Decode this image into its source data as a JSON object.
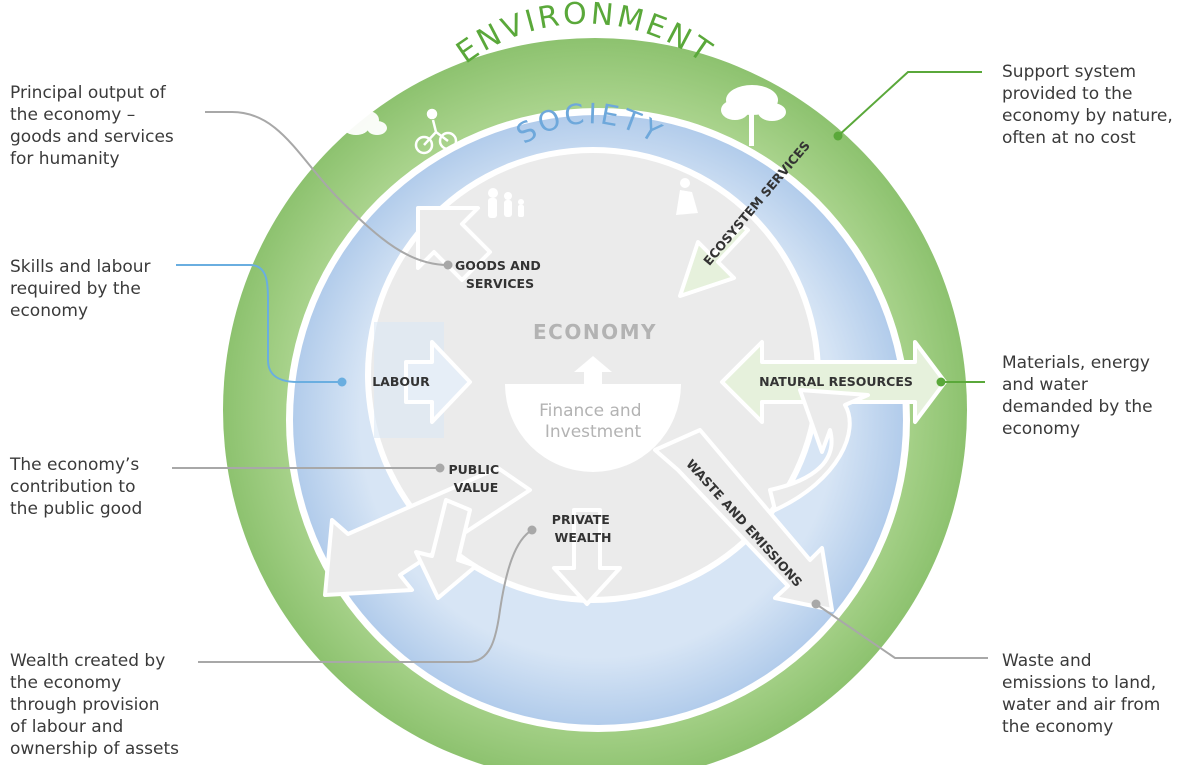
{
  "diagram": {
    "rings": {
      "environment": "ENVIRONMENT",
      "society": "SOCIETY",
      "economy": "ECONOMY",
      "core": "Finance and\nInvestment"
    },
    "flows": {
      "goods_services": "GOODS AND\nSERVICES",
      "labour": "LABOUR",
      "public_value": "PUBLIC\nVALUE",
      "private_wealth": "PRIVATE\nWEALTH",
      "natural_resources": "NATURAL RESOURCES",
      "ecosystem_services": "ECOSYSTEM SERVICES",
      "waste_emissions": "WASTE AND EMISSIONS"
    },
    "notes": {
      "goods_services": "Principal output of\nthe economy –\ngoods and services\nfor humanity",
      "labour": "Skills and labour\nrequired by the\neconomy",
      "public_value": "The economy’s\ncontribution to\nthe public good",
      "private_wealth": "Wealth created by\nthe economy\nthrough provision\nof labour and\nownership of assets",
      "ecosystem_services": "Support system\nprovided to the\neconomy by nature,\noften at no cost",
      "natural_resources": "Materials, energy\nand water\ndemanded by the\neconomy",
      "waste_emissions": "Waste and\nemissions  to land,\nwater and air from\nthe economy"
    },
    "colors": {
      "environment": "#8dc26f",
      "environment_text": "#5aa83a",
      "society": "#bcd3ec",
      "society_text": "#6ea8db",
      "economy": "#ebebeb",
      "economy_text": "#b3b3b3",
      "leader_grey": "#a8a8a8",
      "leader_blue": "#6aaee0",
      "leader_green": "#5aa83a"
    }
  }
}
